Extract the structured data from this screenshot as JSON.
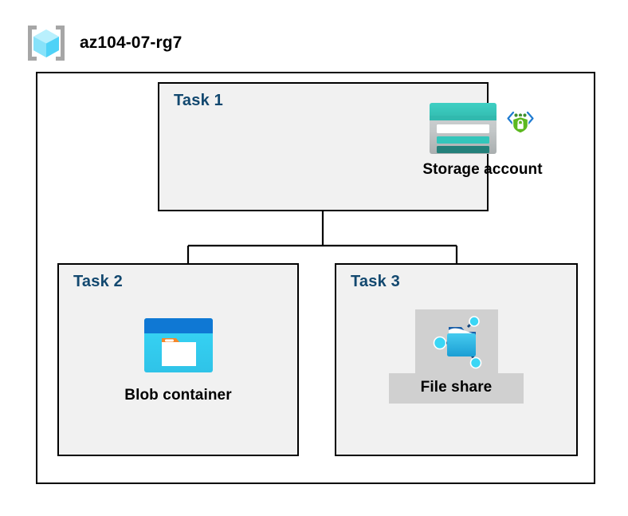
{
  "diagram": {
    "title": "az104-07-rg7",
    "resource_group_icon": "azure-resource-group-icon",
    "background_color": "#ffffff",
    "border_color": "#000000",
    "panel_fill": "#f1f1f1",
    "task_label_color": "#12486f",
    "highlight_color": "#d0d0d0"
  },
  "panels": [
    {
      "label": "Task 1",
      "node": {
        "caption": "Storage account",
        "icon": "storage-account-icon",
        "badge_icon": "secure-transfer-shield-icon",
        "colors": {
          "primary": "#36c5bb",
          "dark": "#2a7f78",
          "body": "#b8bcbd",
          "shield": "#4caf1f",
          "chevron": "#1f7bd1"
        }
      }
    },
    {
      "label": "Task 2",
      "node": {
        "caption": "Blob container",
        "icon": "blob-container-icon",
        "colors": {
          "titlebar": "#0f78d4",
          "body": "#32d2f2",
          "document": "#ffffff",
          "tab": "#f5872b"
        }
      }
    },
    {
      "label": "Task 3",
      "node": {
        "caption": "File share",
        "icon": "file-share-icon",
        "selected": true,
        "colors": {
          "folder": "#32bde8",
          "folder_dark": "#1b84c6",
          "node": "#3ad6f5",
          "connector": "#13447a"
        }
      }
    }
  ],
  "connections": [
    {
      "from": "Storage account",
      "to": "Blob container"
    },
    {
      "from": "Storage account",
      "to": "File share"
    }
  ]
}
